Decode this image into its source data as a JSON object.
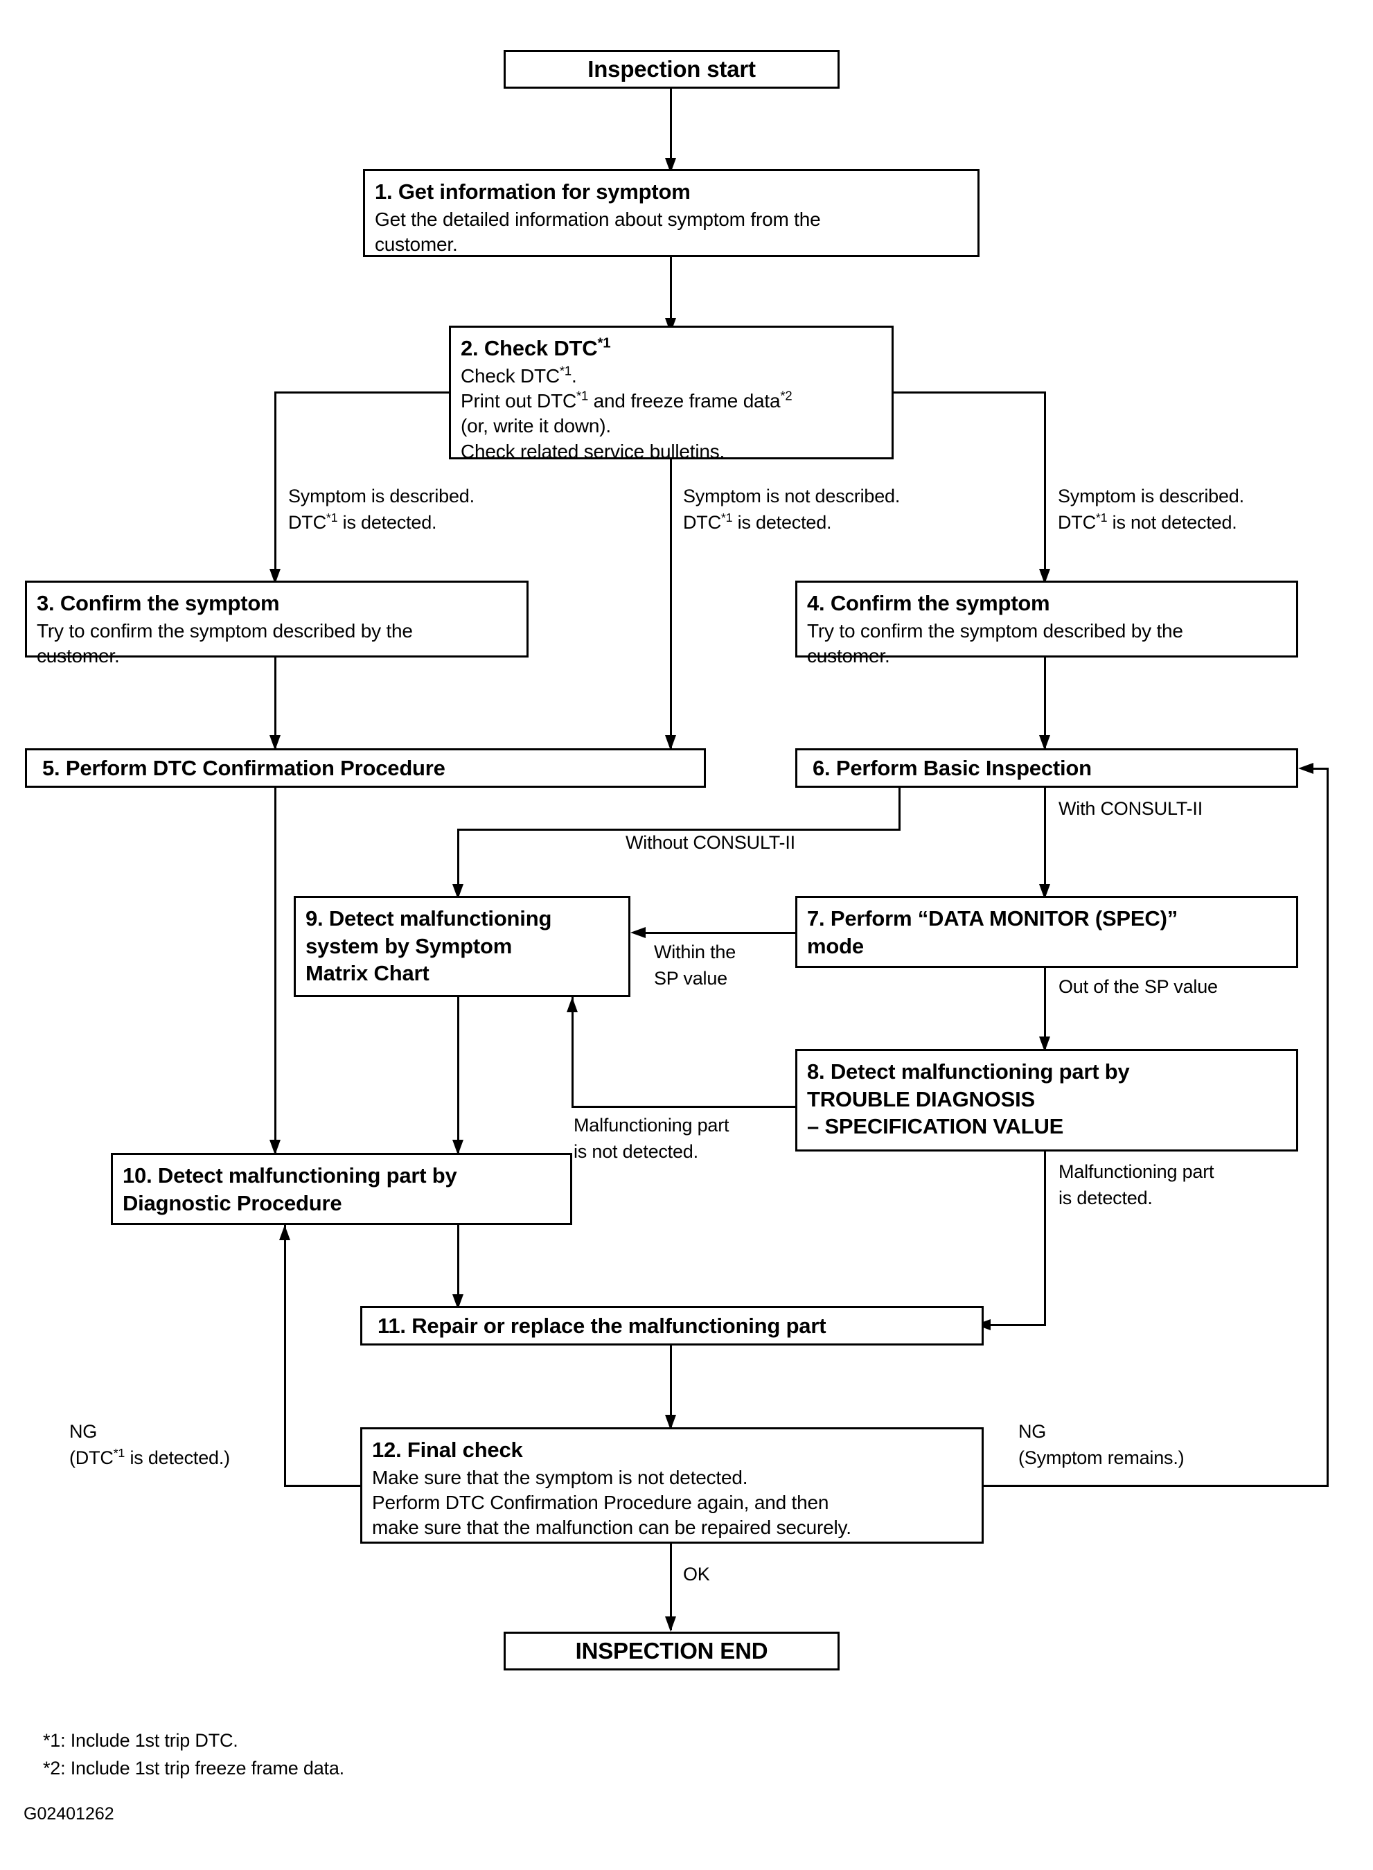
{
  "chart_data": {
    "type": "diagram",
    "title": "Inspection / Work Flow Chart",
    "figure_id": "G02401262",
    "nodes": [
      {
        "id": "start",
        "label": "Inspection start"
      },
      {
        "id": "n1",
        "number": "1.",
        "title": "Get information for symptom",
        "body": "Get the detailed information about symptom from the\ncustomer."
      },
      {
        "id": "n2",
        "number": "2.",
        "title": "Check DTC*1",
        "body": "Check DTC*1.\nPrint out DTC*1 and freeze frame data*2\n(or, write it down).\nCheck related service bulletins."
      },
      {
        "id": "n3",
        "number": "3.",
        "title": "Confirm the symptom",
        "body": "Try to confirm the symptom described by the\ncustomer."
      },
      {
        "id": "n4",
        "number": "4.",
        "title": "Confirm the symptom",
        "body": "Try to confirm the symptom described by the\ncustomer."
      },
      {
        "id": "n5",
        "number": "5.",
        "title": "Perform DTC Confirmation Procedure",
        "body": ""
      },
      {
        "id": "n6",
        "number": "6.",
        "title": "Perform Basic Inspection",
        "body": ""
      },
      {
        "id": "n7",
        "number": "7.",
        "title": "Perform “DATA MONITOR (SPEC)”\nmode",
        "body": ""
      },
      {
        "id": "n8",
        "number": "8.",
        "title": "Detect malfunctioning part by\n    TROUBLE DIAGNOSIS\n    – SPECIFICATION VALUE",
        "body": ""
      },
      {
        "id": "n9",
        "number": "9.",
        "title": "Detect malfunctioning\n    system by Symptom\n    Matrix Chart",
        "body": ""
      },
      {
        "id": "n10",
        "number": "10.",
        "title": "Detect malfunctioning part by\n      Diagnostic Procedure",
        "body": ""
      },
      {
        "id": "n11",
        "number": "11.",
        "title": "Repair or replace the malfunctioning part",
        "body": ""
      },
      {
        "id": "n12",
        "number": "12.",
        "title": "Final check",
        "body": "Make sure that the symptom is not detected.\nPerform DTC Confirmation Procedure again, and then\nmake sure that the malfunction can be repaired securely."
      },
      {
        "id": "end",
        "label": "INSPECTION END"
      }
    ],
    "edge_labels": [
      "Symptom is described.\nDTC*1 is detected.",
      "Symptom is not described.\nDTC*1 is detected.",
      "Symptom is described.\nDTC*1 is not detected.",
      "Without CONSULT-II",
      "With CONSULT-II",
      "Within the\nSP value",
      "Out of the SP value",
      "Malfunctioning part\nis not detected.",
      "Malfunctioning part\nis detected.",
      "NG\n(DTC*1 is detected.)",
      "NG\n(Symptom remains.)",
      "OK"
    ],
    "footnotes": [
      "*1: Include 1st trip DTC.",
      "*2: Include 1st trip freeze frame data."
    ]
  },
  "boxes": {
    "start": {
      "label": "Inspection start"
    },
    "step1": {
      "title": "1. Get information for symptom",
      "body": "Get the detailed information about symptom from the\ncustomer."
    },
    "step2": {
      "title": "2. Check DTC*1",
      "body": "Check DTC*1.\nPrint out DTC*1 and freeze frame data*2\n(or, write it down).\nCheck related service bulletins."
    },
    "step3": {
      "title": "3. Confirm the symptom",
      "body": "Try to confirm the symptom described by the\ncustomer."
    },
    "step4": {
      "title": "4. Confirm the symptom",
      "body": "Try to confirm the symptom described by the\ncustomer."
    },
    "step5": {
      "title": "5. Perform DTC Confirmation Procedure"
    },
    "step6": {
      "title": "6. Perform Basic Inspection"
    },
    "step7": {
      "title": "7. Perform “DATA MONITOR (SPEC)”\n    mode"
    },
    "step8": {
      "title": "8. Detect malfunctioning part by\n     TROUBLE DIAGNOSIS\n     – SPECIFICATION VALUE"
    },
    "step9": {
      "title": "9. Detect malfunctioning\n     system by Symptom\n     Matrix Chart"
    },
    "step10": {
      "title": "10. Detect malfunctioning part by\n       Diagnostic Procedure"
    },
    "step11": {
      "title": "11. Repair or replace the malfunctioning part"
    },
    "step12": {
      "title": "12. Final check",
      "body": "Make sure that the symptom is not detected.\nPerform DTC Confirmation Procedure again, and then\nmake sure that the malfunction can be repaired securely."
    },
    "end": {
      "label": "INSPECTION END"
    }
  },
  "labels": {
    "branch_left": "Symptom is described.\nDTC*1 is detected.",
    "branch_mid": "Symptom is not described.\nDTC*1 is detected.",
    "branch_right": "Symptom is described.\nDTC*1 is not detected.",
    "without_consult": "Without CONSULT-II",
    "with_consult": "With CONSULT-II",
    "within_sp": "Within the\nSP value",
    "out_of_sp": "Out of the SP value",
    "part_not_detected": "Malfunctioning part\nis not detected.",
    "part_detected": "Malfunctioning part\nis detected.",
    "ng_left": "NG\n(DTC*1 is detected.)",
    "ng_right": "NG\n(Symptom remains.)",
    "ok": "OK"
  },
  "footnotes": {
    "note1": "*1: Include 1st trip DTC.",
    "note2": "*2: Include 1st trip freeze frame data.",
    "figure_id": "G02401262"
  },
  "colors": {
    "ink": "#000000",
    "paper": "#ffffff"
  }
}
